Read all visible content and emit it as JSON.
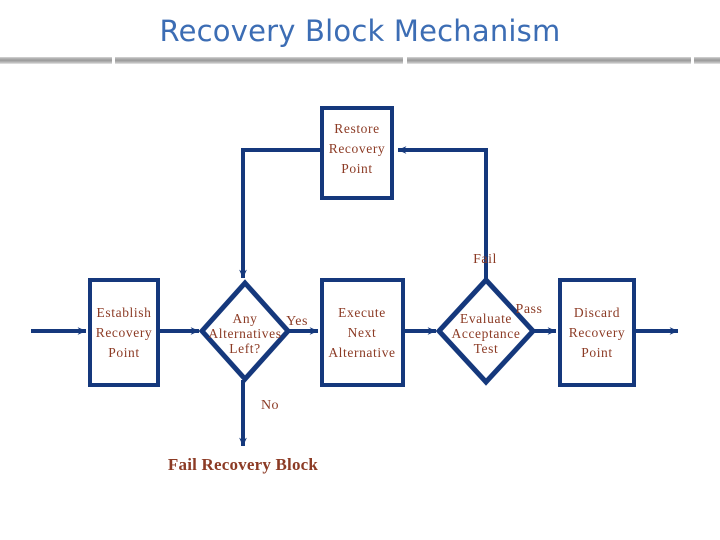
{
  "slide": {
    "title": "Recovery Block Mechanism",
    "title_color": "#3c6db4",
    "background_color": "#ffffff"
  },
  "theme": {
    "node_stroke_color": "#15387c",
    "node_fill_color": "#ffffff",
    "node_text_color": "#8c3b25",
    "connector_color": "#15387c",
    "divider_color": "#9a9a9a"
  },
  "diagram": {
    "type": "flowchart",
    "nodes": [
      {
        "id": "restore-recovery-point",
        "shape": "rectangle",
        "lines": [
          "Restore",
          "Recovery",
          "Point"
        ],
        "line1": "Restore",
        "line2": "Recovery",
        "line3": "Point"
      },
      {
        "id": "establish-recovery-point",
        "shape": "rectangle",
        "lines": [
          "Establish",
          "Recovery",
          "Point"
        ],
        "line1": "Establish",
        "line2": "Recovery",
        "line3": "Point"
      },
      {
        "id": "any-alternatives-left",
        "shape": "diamond",
        "lines": [
          "Any",
          "Alternatives",
          "Left?"
        ],
        "line1": "Any",
        "line2": "Alternatives",
        "line3": "Left?"
      },
      {
        "id": "execute-next-alternative",
        "shape": "rectangle",
        "lines": [
          "Execute",
          "Next",
          "Alternative"
        ],
        "line1": "Execute",
        "line2": "Next",
        "line3": "Alternative"
      },
      {
        "id": "evaluate-acceptance-test",
        "shape": "diamond",
        "lines": [
          "Evaluate",
          "Acceptance",
          "Test"
        ],
        "line1": "Evaluate",
        "line2": "Acceptance",
        "line3": "Test"
      },
      {
        "id": "discard-recovery-point",
        "shape": "rectangle",
        "lines": [
          "Discard",
          "Recovery",
          "Point"
        ],
        "line1": "Discard",
        "line2": "Recovery",
        "line3": "Point"
      }
    ],
    "edge_labels": {
      "fail": "Fail",
      "yes": "Yes",
      "no": "No",
      "pass": "Pass"
    },
    "terminal": {
      "fail_recovery_block": "Fail Recovery Block"
    }
  }
}
